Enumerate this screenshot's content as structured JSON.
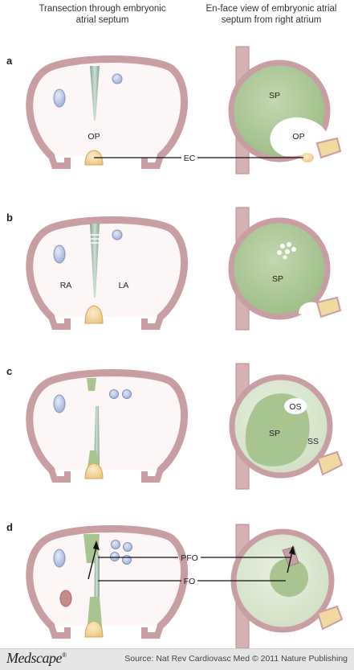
{
  "headers": {
    "left": "Transection through embryonic atrial septum",
    "right": "En-face view of embryonic atrial septum from right atrium"
  },
  "panels": [
    {
      "letter": "a",
      "left_labels": [
        "OP"
      ],
      "right_labels": [
        "SP",
        "OP"
      ],
      "callouts": [
        "EC"
      ]
    },
    {
      "letter": "b",
      "left_labels": [
        "RA",
        "LA"
      ],
      "right_labels": [
        "SP"
      ],
      "callouts": []
    },
    {
      "letter": "c",
      "left_labels": [],
      "right_labels": [
        "OS",
        "SP",
        "SS"
      ],
      "callouts": []
    },
    {
      "letter": "d",
      "left_labels": [],
      "right_labels": [],
      "callouts": [
        "PFO",
        "FO"
      ]
    }
  ],
  "footer": {
    "brand": "Medscape",
    "source": "Source: Nat Rev Cardiovasc Med © 2011 Nature Publishing"
  },
  "colors": {
    "wall": "#c89ea2",
    "wall_fill": "#fdf6f6",
    "septum_green": "#a8c590",
    "septum_light": "#d8e6cd",
    "cushion": "#f2d9a0",
    "vein_blue": "#aebce0"
  }
}
